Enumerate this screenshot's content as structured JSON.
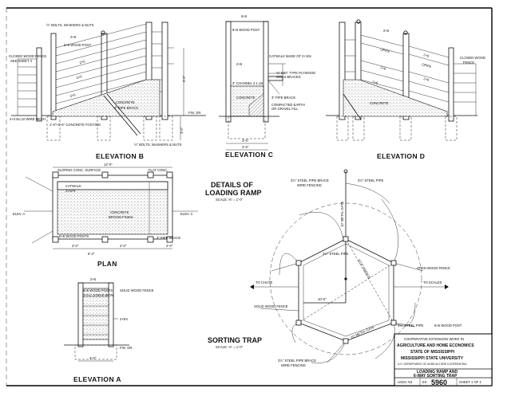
{
  "elevation_b": {
    "title": "ELEVATION B",
    "notes": {
      "bolts": "½\" BOLTS, WASHERS & NUTS",
      "rail": "2×6",
      "post": "6×6 WOOD POST",
      "fence": "CLOSED WOOD FENCE",
      "fence_ref": "SEE SHEET 4",
      "concrete": "CONCRETE",
      "pipe": "3\" PIPE BRACE",
      "footing": "1'-6\"×1'-6\" CONCRETE FOOTING",
      "mesh": "4×4 No.10 WIRE MESH",
      "grade": "FIN. GR.",
      "bolts_bottom": "½\" BOLTS, WASHERS & NUTS",
      "b1": "2×6",
      "b2": "2×6",
      "b3": "2×6",
      "dim1": "5'-0\"",
      "dim2": "3'-0\""
    }
  },
  "elevation_c": {
    "title": "ELEVATION C",
    "notes": {
      "top": "6×6",
      "post": "6×6 WOOD POST",
      "catwalk": "CATWALK MADE OF 2×10s",
      "rail": "2×6",
      "ply": "¾\" EXT. TYPE PLYWOOD",
      "braces": "W/2×4 BRACES",
      "channel": "3\" CHANNEL 4.1 LB.",
      "pipe": "3\" PIPE BRACE",
      "concrete": "CONCRETE",
      "fill": "COMPACTED EARTH",
      "fill2": "OR GRAVEL FILL",
      "dim1": "3'-0\"",
      "dim2": "4'-0\""
    }
  },
  "elevation_d": {
    "title": "ELEVATION D",
    "notes": {
      "rail": "2×6",
      "open": "OPEN",
      "open2": "OPEN",
      "fence": "CLOSED WOOD",
      "fence2": "FENCE",
      "concrete": "CONCRETE",
      "r1": "2×6",
      "r2": "2×6",
      "r3": "2×6",
      "r4": "2×6"
    }
  },
  "plan": {
    "title": "PLAN",
    "notes": {
      "surface": "SLOPING CONC. SURFACE",
      "catwalk": "CATWALK",
      "catwalk2": "2×10's",
      "conc": "CONCRETE",
      "finish": "BROOM FINISH",
      "posts": "6×6 WOOD POSTS",
      "brace": "3\" PIPE BRACE",
      "flat": "FLAT CONC.",
      "elev_a": "ELEV. A",
      "elev_c": "ELEV. C",
      "dim_top": "12'-0\"",
      "dim_l": "3'-0\"",
      "dim_b": "4'-0\"",
      "dim_bl": "5'-3\"",
      "dim_r": "2'-0\""
    }
  },
  "elevation_a": {
    "title": "ELEVATION A",
    "notes": {
      "top": "2×6",
      "post": "6×6 WOOD POSTS",
      "strap": "3\"×¼\" STRAP IRON",
      "fence": "SOLID WOOD FENCE",
      "rails": "2×6's",
      "grade": "FIN. GR.",
      "dim": "4'-0\""
    }
  },
  "details": {
    "title1": "DETAILS OF",
    "title2": "LOADING RAMP",
    "scale": "SCALE: ⅜\" = 1'-0\""
  },
  "sorting_trap": {
    "title": "SORTING TRAP",
    "scale": "SCALE: ⅛\" = 1'-0\"",
    "notes": {
      "pipe_brace": "3½\" STEEL PIPE BRACE",
      "wire": "WIRE FENCING",
      "pipe_top": "3½\" STEEL PIPE",
      "gate_v": "10' METAL GATE",
      "pipe_mid": "3½\" STEEL PIPE",
      "radius": "10'-6\" RADIUS",
      "open_fence": "OPEN WOOD FENCE",
      "to_chute": "TO CHUTE",
      "to_scales": "TO SCALES",
      "solid_fence": "SOLID WOOD FENCE",
      "dim": "10'-0\"",
      "gate_d": "10' METAL GATE",
      "pipe_bot": "3½\" STEEL PIPE",
      "post": "6×6 WOOD POST",
      "pipe_brace2": "3½\" STEEL PIPE BRACE",
      "wire2": "WIRE FENCING"
    }
  },
  "title_block": {
    "line1": "COOPERATIVE EXTENSION WORK IN",
    "line2": "AGRICULTURE AND HOME ECONOMICS",
    "line3": "STATE OF MISSISSIPPI",
    "line4": "MISSISSIPPI STATE UNIVERSITY",
    "line5": "U.S. DEPARTMENT OF AGRICULTURE COOPERATING",
    "drawing1": "LOADING RAMP AND",
    "drawing2": "6-WAY SORTING TRAP",
    "date": "USDA '63",
    "ex_label": "EX.",
    "number": "5960",
    "sheet": "SHEET 1 OF 1"
  }
}
